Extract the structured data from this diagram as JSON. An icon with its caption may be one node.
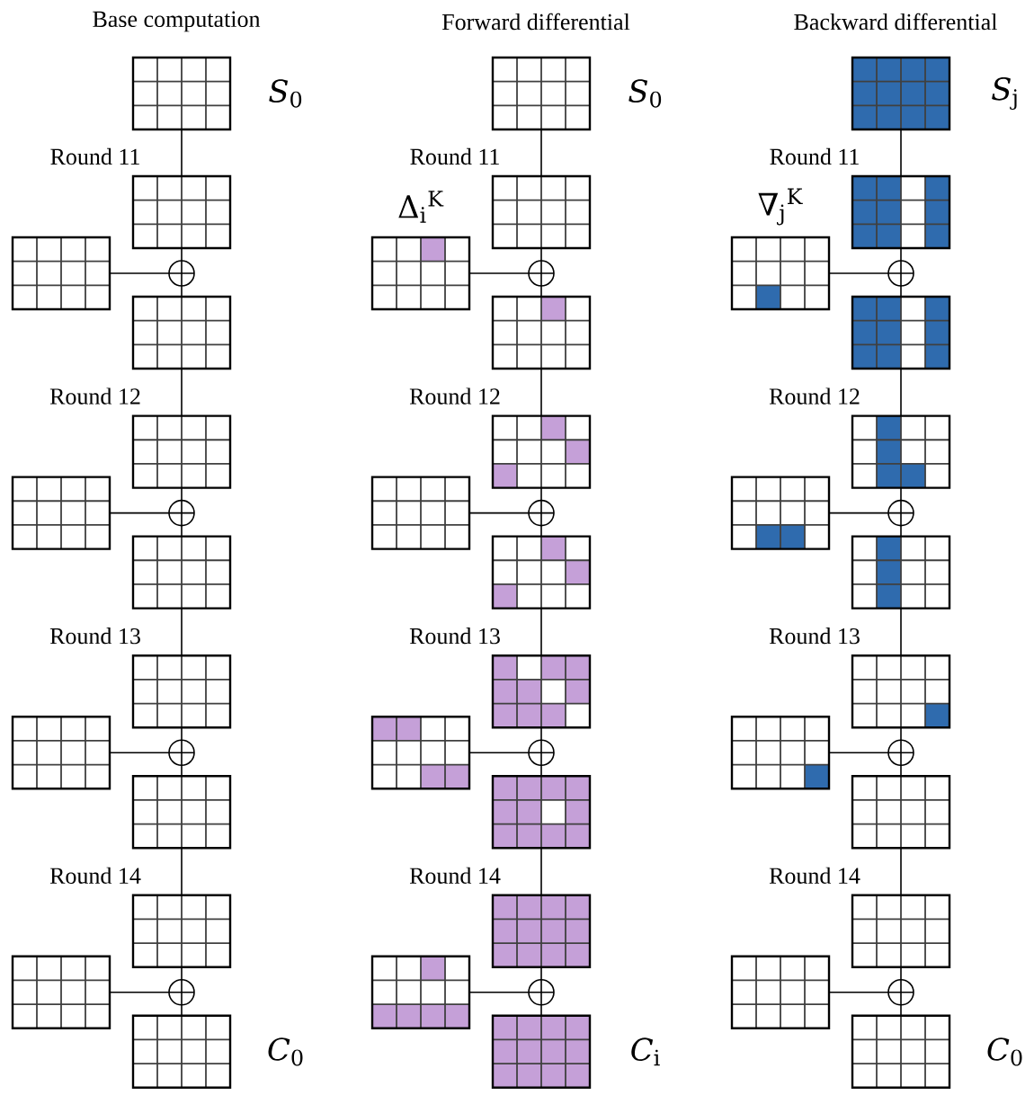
{
  "diagram": {
    "nodes": [
      {
        "text": [],
        "shape": "box",
        "beside": [
          "*S*$_{0}$"
        ]
      },
      {
        "text": [],
        "shape": "box"
      },
      {
        "text": [],
        "shape": "box"
      },
      {
        "text": [],
        "shape": "circle"
      },
      {
        "text": [],
        "shape": "box"
      },
      {
        "text": [],
        "shape": "box"
      },
      {
        "text": [],
        "shape": "box"
      },
      {
        "text": [],
        "shape": "circle"
      },
      {
        "text": [],
        "shape": "box"
      },
      {
        "text": [],
        "shape": "box"
      },
      {
        "text": [],
        "shape": "box"
      },
      {
        "text": [],
        "shape": "circle"
      },
      {
        "text": [],
        "shape": "box"
      },
      {
        "text": [],
        "shape": "box"
      },
      {
        "text": [],
        "shape": "box"
      },
      {
        "text": [],
        "shape": "circle"
      },
      {
        "text": [],
        "shape": "box",
        "beside": [
          "*C*$_{0}$"
        ]
      },
      {
        "text": [],
        "shape": "box",
        "beside": [
          "*S*$_{0}$"
        ]
      },
      {
        "text": [],
        "shape": "box"
      },
      {
        "text": [],
        "shape": "box",
        "beside": [
          "Δ$_{i}$$^{K}$"
        ]
      },
      {
        "text": [],
        "shape": "circle"
      },
      {
        "text": [],
        "shape": "box"
      },
      {
        "text": [],
        "shape": "box"
      },
      {
        "text": [],
        "shape": "box"
      },
      {
        "text": [],
        "shape": "circle"
      },
      {
        "text": [],
        "shape": "box"
      },
      {
        "text": [],
        "shape": "box"
      },
      {
        "text": [],
        "shape": "box"
      },
      {
        "text": [],
        "shape": "circle"
      },
      {
        "text": [],
        "shape": "box"
      },
      {
        "text": [],
        "shape": "box"
      },
      {
        "text": [],
        "shape": "box"
      },
      {
        "text": [],
        "shape": "circle"
      },
      {
        "text": [],
        "shape": "box",
        "beside": [
          "*C*$_{i}$"
        ]
      },
      {
        "text": [],
        "shape": "box",
        "beside": [
          "*S*$_{j}$"
        ]
      },
      {
        "text": [],
        "shape": "box"
      },
      {
        "text": [],
        "shape": "box",
        "beside": [
          "∇$_{j}$$^{K}$"
        ]
      },
      {
        "text": [],
        "shape": "circle"
      },
      {
        "text": [],
        "shape": "box"
      },
      {
        "text": [],
        "shape": "box"
      },
      {
        "text": [],
        "shape": "box"
      },
      {
        "text": [],
        "shape": "circle"
      },
      {
        "text": [],
        "shape": "box"
      },
      {
        "text": [],
        "shape": "box"
      },
      {
        "text": [],
        "shape": "box"
      },
      {
        "text": [],
        "shape": "circle"
      },
      {
        "text": [],
        "shape": "box"
      },
      {
        "text": [],
        "shape": "box"
      },
      {
        "text": [],
        "shape": "box"
      },
      {
        "text": [],
        "shape": "circle"
      },
      {
        "text": [],
        "shape": "box",
        "beside": [
          "*C*$_{0}$"
        ]
      }
    ],
    "edges": [
      {
        "from": 0,
        "to": 1,
        "arrow": "none"
      },
      {
        "from": 1,
        "to": 3,
        "arrow": "none"
      },
      {
        "from": 2,
        "to": 3,
        "arrow": "none"
      },
      {
        "from": 3,
        "to": 4,
        "arrow": "none"
      },
      {
        "from": 4,
        "to": 5,
        "arrow": "none"
      },
      {
        "from": 5,
        "to": 7,
        "arrow": "none"
      },
      {
        "from": 6,
        "to": 7,
        "arrow": "none"
      },
      {
        "from": 7,
        "to": 8,
        "arrow": "none"
      },
      {
        "from": 8,
        "to": 9,
        "arrow": "none"
      },
      {
        "from": 9,
        "to": 11,
        "arrow": "none"
      },
      {
        "from": 10,
        "to": 11,
        "arrow": "none"
      },
      {
        "from": 11,
        "to": 12,
        "arrow": "none"
      },
      {
        "from": 12,
        "to": 13,
        "arrow": "none"
      },
      {
        "from": 13,
        "to": 15,
        "arrow": "none"
      },
      {
        "from": 14,
        "to": 15,
        "arrow": "none"
      },
      {
        "from": 15,
        "to": 16,
        "arrow": "none"
      },
      {
        "from": 17,
        "to": 18,
        "arrow": "none"
      },
      {
        "from": 18,
        "to": 20,
        "arrow": "none"
      },
      {
        "from": 19,
        "to": 20,
        "arrow": "none"
      },
      {
        "from": 20,
        "to": 21,
        "arrow": "none"
      },
      {
        "from": 21,
        "to": 22,
        "arrow": "none"
      },
      {
        "from": 22,
        "to": 24,
        "arrow": "none"
      },
      {
        "from": 23,
        "to": 24,
        "arrow": "none"
      },
      {
        "from": 24,
        "to": 25,
        "arrow": "none"
      },
      {
        "from": 25,
        "to": 26,
        "arrow": "none"
      },
      {
        "from": 26,
        "to": 28,
        "arrow": "none"
      },
      {
        "from": 27,
        "to": 28,
        "arrow": "none"
      },
      {
        "from": 28,
        "to": 29,
        "arrow": "none"
      },
      {
        "from": 29,
        "to": 30,
        "arrow": "none"
      },
      {
        "from": 30,
        "to": 32,
        "arrow": "none"
      },
      {
        "from": 31,
        "to": 32,
        "arrow": "none"
      },
      {
        "from": 32,
        "to": 33,
        "arrow": "none"
      },
      {
        "from": 34,
        "to": 35,
        "arrow": "none"
      },
      {
        "from": 35,
        "to": 37,
        "arrow": "none"
      },
      {
        "from": 36,
        "to": 37,
        "arrow": "none"
      },
      {
        "from": 37,
        "to": 38,
        "arrow": "none"
      },
      {
        "from": 38,
        "to": 39,
        "arrow": "none"
      },
      {
        "from": 39,
        "to": 41,
        "arrow": "none"
      },
      {
        "from": 40,
        "to": 41,
        "arrow": "none"
      },
      {
        "from": 41,
        "to": 42,
        "arrow": "none"
      },
      {
        "from": 42,
        "to": 43,
        "arrow": "none"
      },
      {
        "from": 43,
        "to": 45,
        "arrow": "none"
      },
      {
        "from": 44,
        "to": 45,
        "arrow": "none"
      },
      {
        "from": 45,
        "to": 46,
        "arrow": "none"
      },
      {
        "from": 46,
        "to": 47,
        "arrow": "none"
      },
      {
        "from": 47,
        "to": 49,
        "arrow": "none"
      },
      {
        "from": 48,
        "to": 49,
        "arrow": "none"
      },
      {
        "from": 49,
        "to": 50,
        "arrow": "none"
      }
    ],
    "labels": [
      "Base computation",
      "Forward differential",
      "Backward differential",
      "Round 11",
      "Round 11",
      "Round 11",
      "Round 12",
      "Round 12",
      "Round 12",
      "Round 13",
      "Round 13",
      "Round 13",
      "Round 14",
      "Round 14",
      "Round 14"
    ]
  }
}
